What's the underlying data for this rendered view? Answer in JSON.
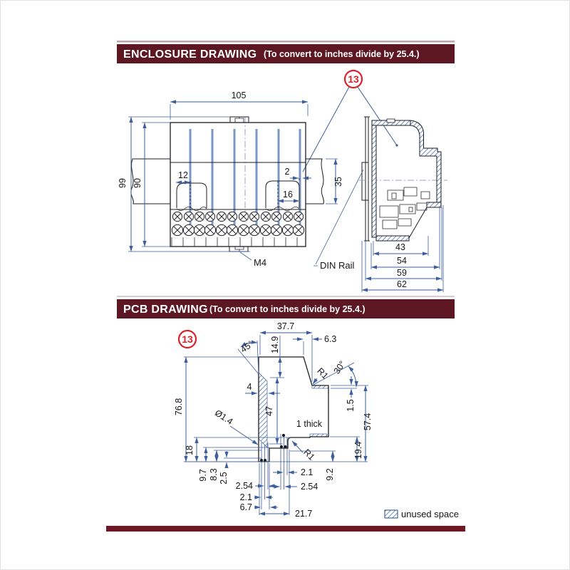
{
  "colors": {
    "header_bg": "#5d1723",
    "bottom_bar": "#6e1825",
    "accent_red": "#d9232b",
    "dimension_blue": "#3e5f9e",
    "hatch_blue": "#4a74b0"
  },
  "enclosure": {
    "title": "ENCLOSURE DRAWING",
    "subtitle": "(To convert to inches divide by 25.4.)",
    "callout": "13",
    "front": {
      "d105": "105",
      "d99": "99",
      "d90": "90",
      "d12": "12",
      "d2": "2",
      "d35": "35",
      "d16": "16",
      "m4": "M4"
    },
    "side": {
      "d43": "43",
      "d54": "54",
      "d59": "59",
      "d62": "62",
      "din_rail": "DIN Rail"
    }
  },
  "pcb": {
    "title": "PCB DRAWING",
    "subtitle": "(To convert to inches divide by 25.4.)",
    "callout": "13",
    "dims": {
      "d377": "37.7",
      "d63": "6.3",
      "d149": "14.9",
      "a45": "45°",
      "a30": "30°",
      "r1_top": "R1",
      "d4": "4",
      "d47": "47",
      "d15": "1.5",
      "d768": "76.8",
      "dia14": "Ø1.4",
      "thick": "1 thick",
      "d574": "57.4",
      "d18": "18",
      "d194": "19.4",
      "r1_bottom": "R1",
      "d21_right": "2.1",
      "d254_right": "2.54",
      "d92": "9.2",
      "d97": "9.7",
      "d83": "8.3",
      "d25": "2.5",
      "d254_left": "2.54",
      "d21_left": "2.1",
      "d67": "6.7",
      "d217": "21.7"
    }
  },
  "legend": {
    "label": "unused space"
  }
}
